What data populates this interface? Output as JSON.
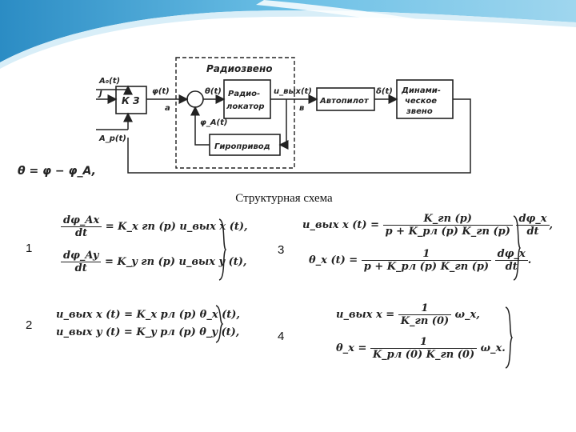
{
  "diagram": {
    "caption": "Структурная схема",
    "signals": {
      "a_upper": "A₀(t)",
      "a_lower": "A_p(t)",
      "input_j": "J",
      "phi": "φ(t)",
      "node_a": "a",
      "theta": "θ(t)",
      "phi_a": "φ_A(t)",
      "u_out": "u_вых(t)",
      "node_b": "в",
      "delta": "δ(t)"
    },
    "blocks": {
      "kz": "К З",
      "radio_link_title": "Радиозвено",
      "radar_line1": "Радио-",
      "radar_line2": "локатор",
      "autopilot": "Автопилот",
      "dyn_line1": "Динами-",
      "dyn_line2": "ческое",
      "dyn_line3": "звено",
      "gyro": "Гиропривод"
    },
    "formula": "θ = φ − φ_A,"
  },
  "equations": {
    "n1": "1",
    "n2": "2",
    "n3": "3",
    "n4": "4",
    "e1a_num": "dφ_Ax",
    "e1a_den": "dt",
    "e1a_rhs": "= K_x гп (p) u_вых x (t),",
    "e1b_num": "dφ_Ay",
    "e1b_den": "dt",
    "e1b_rhs": "= K_y гп (p) u_вых y (t),",
    "e2a": "u_вых x (t) = K_x рл (p) θ_x (t),",
    "e2b": "u_вых y (t) = K_y рл (p) θ_y (t),",
    "e3a_lhs": "u_вых x (t) =",
    "e3a_num": "K_гп (p)",
    "e3a_den": "p + K_рл (p) K_гп (p)",
    "e3a_tail_num": "dφ_x",
    "e3a_tail_den": "dt",
    "e3b_lhs": "θ_x (t) =",
    "e3b_num": "1",
    "e3b_den": "p + K_рл (p) K_гп (p)",
    "e3b_tail_num": "dφ_x",
    "e3b_tail_den": "dt",
    "e4a_lhs": "u_вых x =",
    "e4a_num": "1",
    "e4a_den": "K_гп (0)",
    "e4a_tail": "ω_x,",
    "e4b_lhs": "θ_x =",
    "e4b_num": "1",
    "e4b_den": "K_рл (0) K_гп (0)",
    "e4b_tail": "ω_x."
  },
  "colors": {
    "swoosh_light": "#bfe3f3",
    "swoosh_mid": "#5fb7df",
    "swoosh_dark": "#2b8cc4"
  }
}
